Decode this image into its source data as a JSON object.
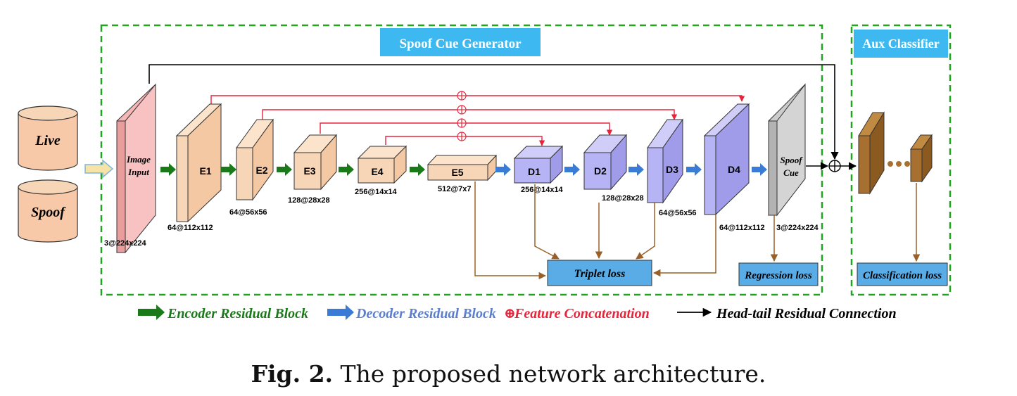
{
  "sections": {
    "generator": "Spoof Cue Generator",
    "aux": "Aux Classifier"
  },
  "inputs": {
    "live": "Live",
    "spoof": "Spoof"
  },
  "blocks": [
    {
      "id": "input",
      "label": "Image Input",
      "dims": "3@224x224",
      "color": "#f7b6b6"
    },
    {
      "id": "e1",
      "label": "E1",
      "dims": "64@112x112",
      "color": "#f7d5b7"
    },
    {
      "id": "e2",
      "label": "E2",
      "dims": "64@56x56",
      "color": "#f7d5b7"
    },
    {
      "id": "e3",
      "label": "E3",
      "dims": "128@28x28",
      "color": "#f7d5b7"
    },
    {
      "id": "e4",
      "label": "E4",
      "dims": "256@14x14",
      "color": "#f7d5b7"
    },
    {
      "id": "e5",
      "label": "E5",
      "dims": "512@7x7",
      "color": "#f7d5b7"
    },
    {
      "id": "d1",
      "label": "D1",
      "dims": "256@14x14",
      "color": "#b7b4f5"
    },
    {
      "id": "d2",
      "label": "D2",
      "dims": "128@28x28",
      "color": "#b7b4f5"
    },
    {
      "id": "d3",
      "label": "D3",
      "dims": "64@56x56",
      "color": "#b7b4f5"
    },
    {
      "id": "d4",
      "label": "D4",
      "dims": "64@112x112",
      "color": "#b7b4f5"
    },
    {
      "id": "cue",
      "label": "Spoof Cue",
      "dims": "3@224x224",
      "color": "#cccccc"
    }
  ],
  "losses": {
    "triplet": "Triplet loss",
    "regression": "Regression loss",
    "classification": "Classification loss"
  },
  "legend": {
    "encoder": "Encoder Residual Block",
    "decoder": "Decoder Residual Block",
    "concat": "Feature Concatenation",
    "residual": "Head-tail Residual Connection",
    "concat_symbol": "⊕"
  },
  "caption": {
    "label": "Fig. 2.",
    "text": " The proposed network architecture."
  },
  "colors": {
    "green": "#1a7a1a",
    "blue": "#3a7bd5",
    "red": "#e8233a",
    "brown": "#99602a",
    "dash": "#22a322",
    "section_title": "#3db8f0",
    "loss_box": "#5aace6"
  }
}
